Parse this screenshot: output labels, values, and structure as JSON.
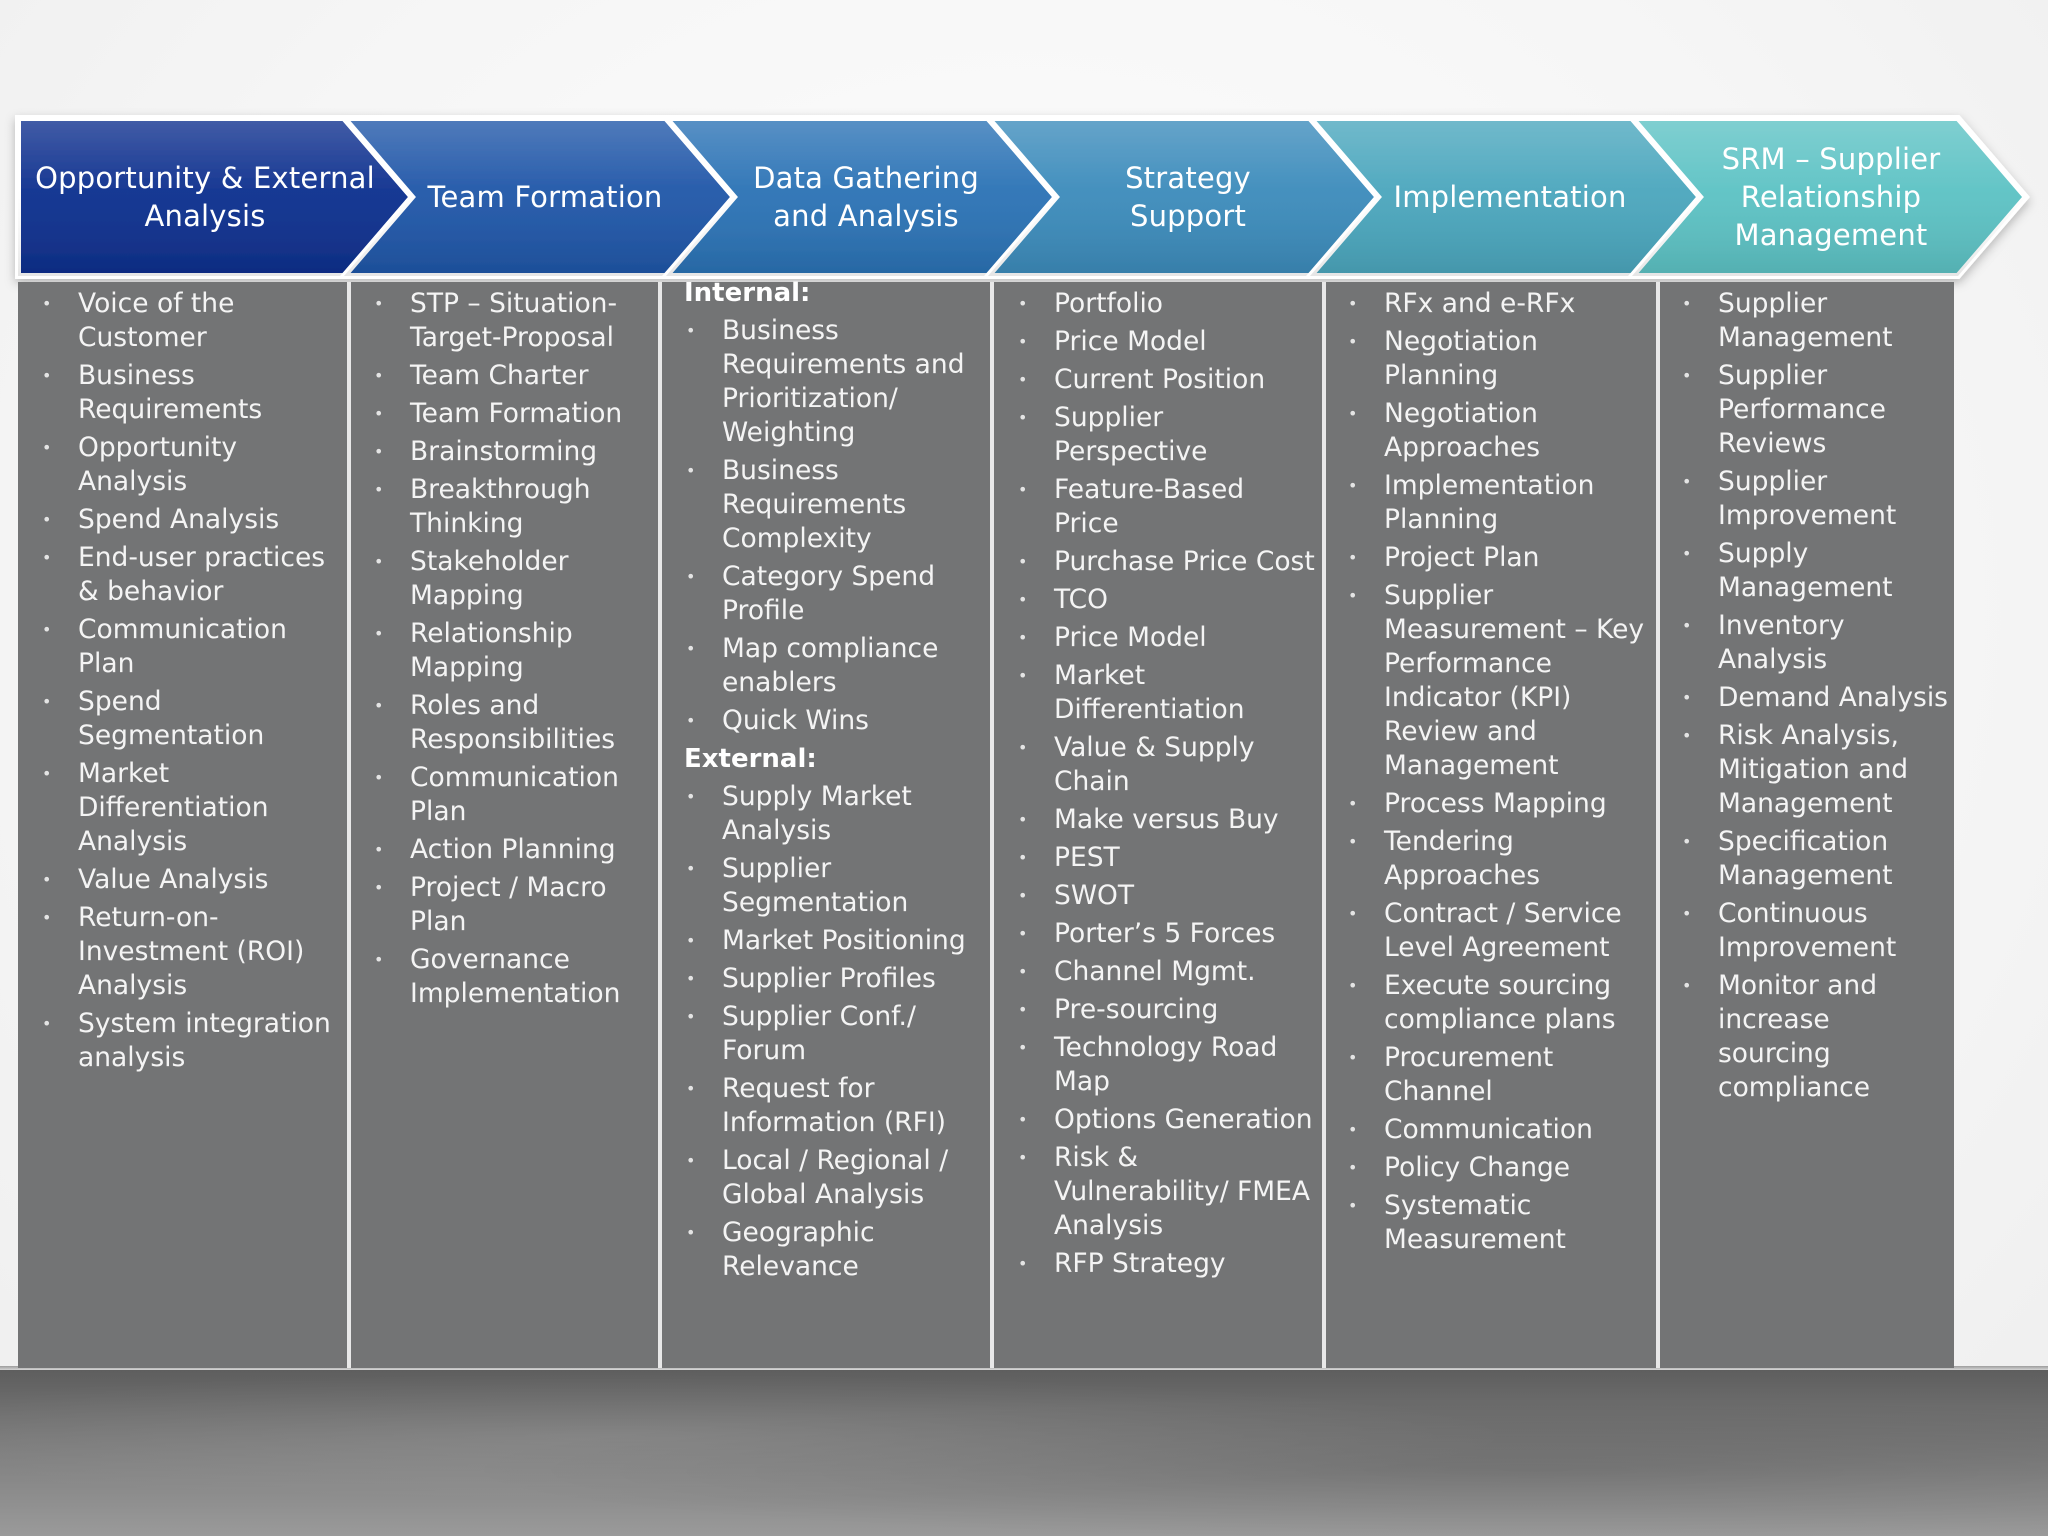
{
  "phases": [
    {
      "title": "Opportunity & External\nAnalysis",
      "color": "#0d2f8e",
      "items": [
        "Voice of the Customer",
        "Business Requirements",
        "Opportunity Analysis",
        "Spend Analysis",
        "End-user practices & behavior",
        "Communication Plan",
        "Spend Segmentation",
        "Market Differentiation Analysis",
        "Value Analysis",
        "Return-on-Investment (ROI) Analysis",
        "System integration analysis"
      ]
    },
    {
      "title": "Team Formation",
      "color": "#1f56a8",
      "items": [
        "STP – Situation-Target-Proposal",
        "Team Charter",
        "Team Formation",
        "Brainstorming",
        "Breakthrough Thinking",
        "Stakeholder Mapping",
        "Relationship Mapping",
        "Roles and Responsibilities",
        "Communication Plan",
        "Action Planning",
        "Project / Macro Plan",
        "Governance Implementation"
      ]
    },
    {
      "title": "Data Gathering\nand Analysis",
      "color": "#2a72b5",
      "sections": [
        {
          "heading": "Internal:",
          "items": [
            "Business Requirements and Prioritization/ Weighting",
            "Business Requirements Complexity",
            "Category Spend Profile",
            "Map compliance enablers",
            "Quick Wins"
          ]
        },
        {
          "heading": "External:",
          "items": [
            "Supply Market Analysis",
            "Supplier Segmentation",
            "Market Positioning",
            "Supplier Profiles",
            "Supplier Conf./ Forum",
            "Request for Information (RFI)",
            "Local / Regional / Global Analysis",
            "Geographic Relevance"
          ]
        }
      ]
    },
    {
      "title": "Strategy\nSupport",
      "color": "#3b8bbb",
      "items": [
        "Portfolio",
        "Price Model",
        "Current Position",
        "Supplier Perspective",
        "Feature-Based Price",
        "Purchase Price Cost",
        "TCO",
        "Price Model",
        "Market Differentiation",
        "Value & Supply Chain",
        "Make versus Buy",
        "PEST",
        "SWOT",
        "Porter’s 5 Forces",
        "Channel Mgmt.",
        "Pre-sourcing",
        "Technology Road Map",
        "Options Generation",
        "Risk & Vulnerability/ FMEA Analysis",
        "RFP Strategy"
      ]
    },
    {
      "title": "Implementation",
      "color": "#4aa6bd",
      "items": [
        "RFx and e-RFx",
        "Negotiation Planning",
        "Negotiation Approaches",
        "Implementation Planning",
        "Project Plan",
        "Supplier Measurement – Key Performance Indicator (KPI) Review and Management",
        "Process Mapping",
        "Tendering Approaches",
        "Contract / Service Level Agreement",
        "Execute sourcing compliance plans",
        "Procurement Channel",
        "Communication",
        "Policy Change",
        "Systematic Measurement"
      ]
    },
    {
      "title": "SRM – Supplier\nRelationship\nManagement",
      "color": "#5cc2c4",
      "items": [
        "Supplier Management",
        "Supplier Performance Reviews",
        "Supplier Improvement",
        "Supply Management",
        "Inventory Analysis",
        "Demand Analysis",
        "Risk Analysis, Mitigation and Management",
        "Specification Management",
        "Continuous Improvement",
        "Monitor and increase sourcing compliance"
      ]
    }
  ]
}
